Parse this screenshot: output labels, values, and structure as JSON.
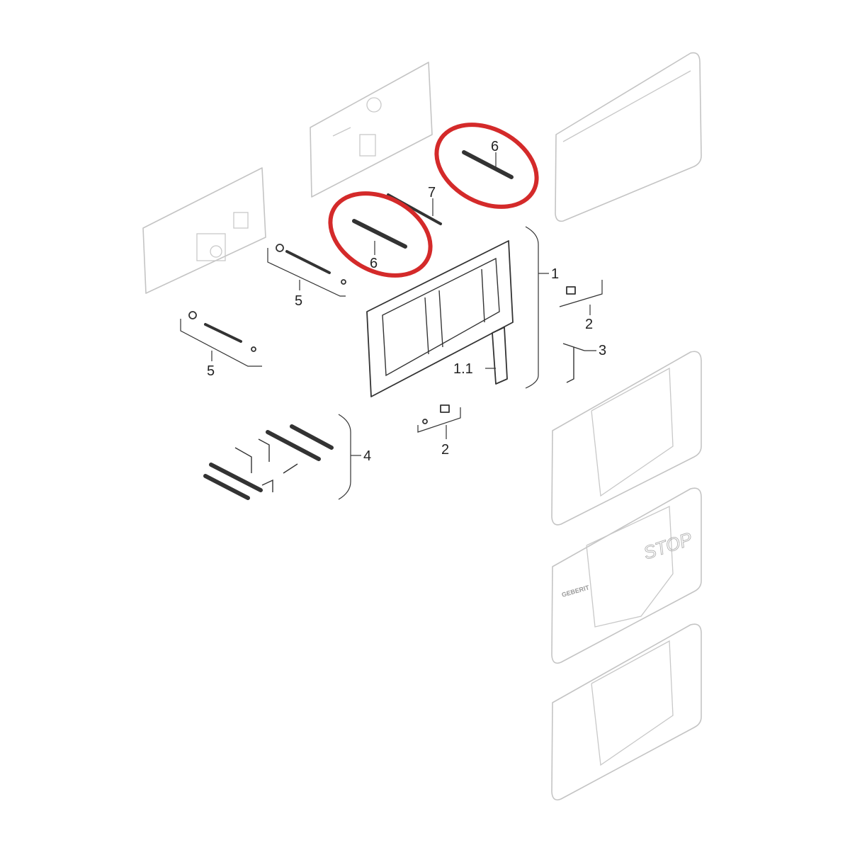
{
  "diagram": {
    "labels": {
      "part_1": "1",
      "part_1_1": "1.1",
      "part_2_upper": "2",
      "part_2_lower": "2",
      "part_3": "3",
      "part_4": "4",
      "part_5_upper": "5",
      "part_5_lower": "5",
      "part_6_left": "6",
      "part_6_right": "6",
      "part_7": "7"
    },
    "cover_text": "STOP",
    "brand_logo": "GEBERIT",
    "highlight_color": "#d42a2a"
  }
}
